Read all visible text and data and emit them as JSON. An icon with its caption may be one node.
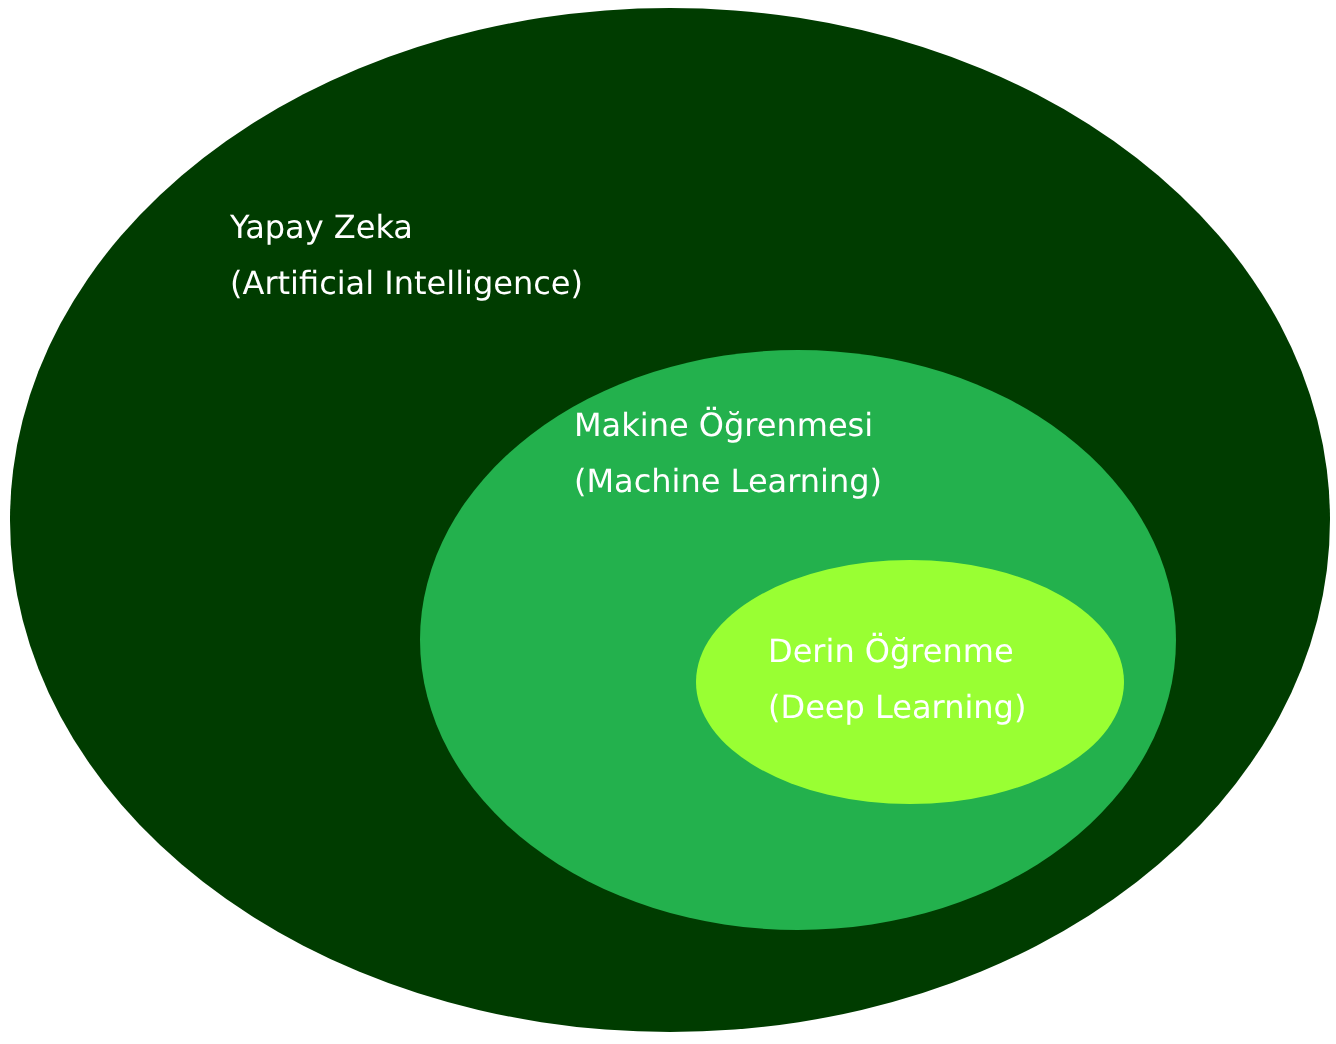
{
  "diagram": {
    "nodes": [
      {
        "text": [
          "Yapay Zeka",
          "(Artificial Intelligence)"
        ]
      },
      {
        "text": [
          "Makine Öğrenmesi",
          "(Machine Learning)"
        ],
        "in": 0
      },
      {
        "text": [
          "Derin Öğrenme",
          "(Deep Learning)"
        ],
        "in": 1
      }
    ]
  }
}
